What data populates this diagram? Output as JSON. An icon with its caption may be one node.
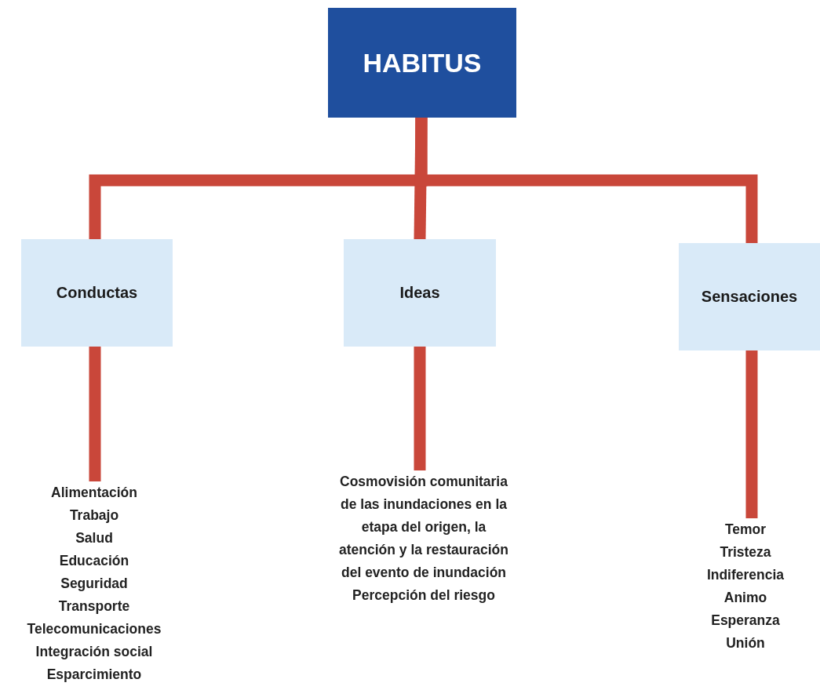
{
  "diagram": {
    "nodes": [
      {
        "text": [
          "HABITUS"
        ]
      },
      {
        "text": [
          "Conductas"
        ]
      },
      {
        "text": [
          "Ideas"
        ]
      },
      {
        "text": [
          "Sensaciones"
        ]
      },
      {
        "text": [
          "Alimentación",
          "Trabajo",
          "Salud",
          "Educación",
          "Seguridad",
          "Transporte",
          "Telecomunicaciones",
          "Integración social",
          "Esparcimiento"
        ]
      },
      {
        "text": [
          "Cosmovisión comunitaria de las inundaciones en la etapa del origen, la atención y la restauración del evento de inundación",
          "Percepción del riesgo"
        ]
      },
      {
        "text": [
          "Temor",
          "Tristeza",
          "Indiferencia",
          "Animo",
          "Esperanza",
          "Unión"
        ]
      }
    ],
    "edges": [
      {
        "from": 0,
        "to": 1,
        "arrow": "none"
      },
      {
        "from": 0,
        "to": 2,
        "arrow": "none"
      },
      {
        "from": 0,
        "to": 3,
        "arrow": "none"
      },
      {
        "from": 1,
        "to": 4,
        "arrow": "none"
      },
      {
        "from": 2,
        "to": 5,
        "arrow": "none"
      },
      {
        "from": 3,
        "to": 6,
        "arrow": "none"
      }
    ]
  }
}
